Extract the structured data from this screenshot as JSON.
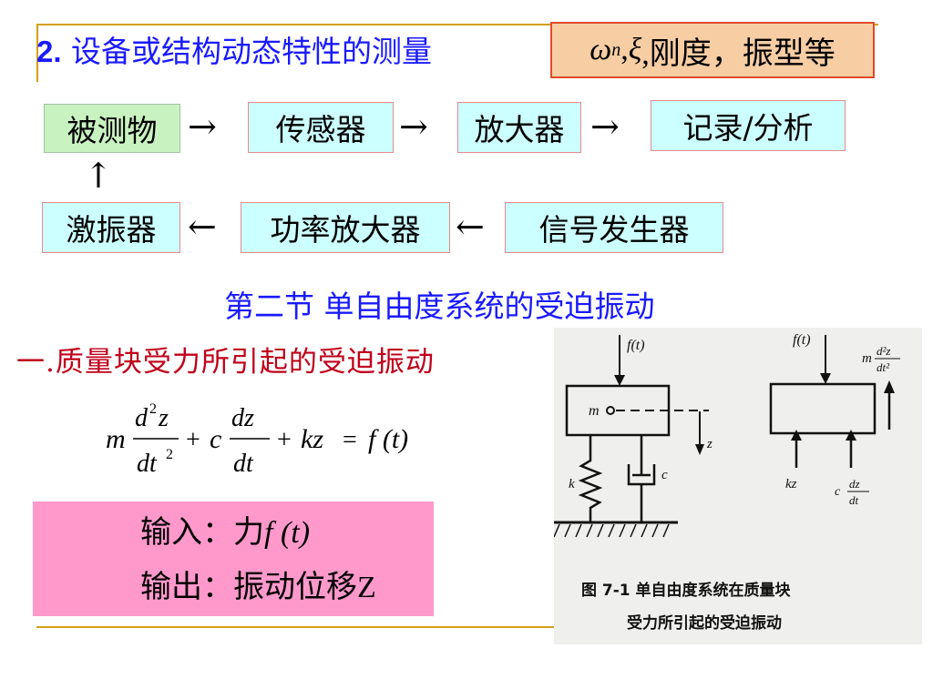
{
  "slide": {
    "title_number": "2.",
    "title_text": "设备或结构动态特性的测量",
    "params": {
      "omega": "ω",
      "omega_sub": "n",
      "xi": "ξ",
      "rest": ",刚度，振型等"
    },
    "flow": {
      "top_row": [
        "被测物",
        "传感器",
        "放大器",
        "记录/分析"
      ],
      "bottom_row": [
        "激振器",
        "功率放大器",
        "信号发生器"
      ],
      "right_arrow": "→",
      "left_arrow": "←",
      "up_arrow": "↑"
    },
    "section_title": "第二节  单自由度系统的受迫振动",
    "subhead": "一.质量块受力所引起的受迫振动",
    "equation": {
      "m": "m",
      "num1": "d",
      "num1_sup": "2",
      "num1_var": "z",
      "den1": "dt",
      "den1_sup": "2",
      "plus1": "+",
      "c": "c",
      "num2": "dz",
      "den2": "dt",
      "plus2": "+",
      "kz": "kz",
      "eq": "=",
      "rhs": "f (t)"
    },
    "io": {
      "input_label": "输入：力",
      "input_sym": "f (t)",
      "output_label": "输出：振动位移",
      "output_sym": "Z"
    },
    "figure": {
      "caption_line1": "图 7-1   单自由度系统在质量块",
      "caption_line2": "受力所引起的受迫振动",
      "left": {
        "force": "f(t)",
        "mass": "m",
        "z": "z",
        "k": "k",
        "c": "c"
      },
      "right": {
        "force": "f(t)",
        "inertia_m": "m",
        "inertia_num": "d²z",
        "inertia_den": "dt²",
        "spring_force": "kz",
        "damp_c": "c",
        "damp_num": "dz",
        "damp_den": "dt"
      }
    }
  }
}
